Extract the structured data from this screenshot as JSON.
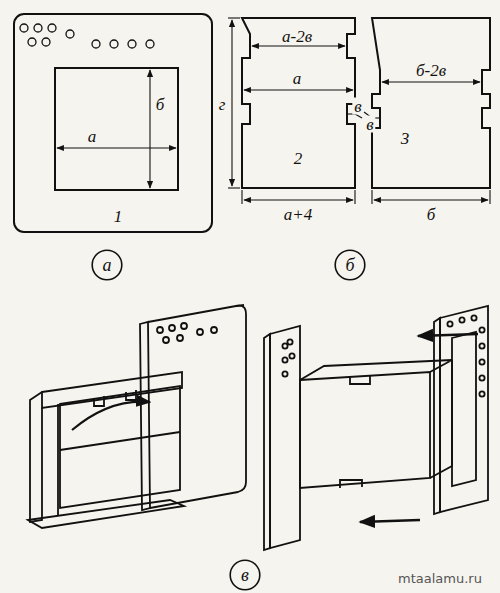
{
  "diagram": {
    "nodes": [
      {
        "text": [
          "а"
        ]
      },
      {
        "text": [
          "б"
        ]
      },
      {
        "text": [
          "в"
        ]
      }
    ],
    "labels": [
      "б",
      "а",
      "1",
      "г",
      "а-2в",
      "а",
      "в",
      "2",
      "в",
      "3",
      "б-2в",
      "а+4",
      "б",
      "mtaalamu.ru"
    ]
  }
}
